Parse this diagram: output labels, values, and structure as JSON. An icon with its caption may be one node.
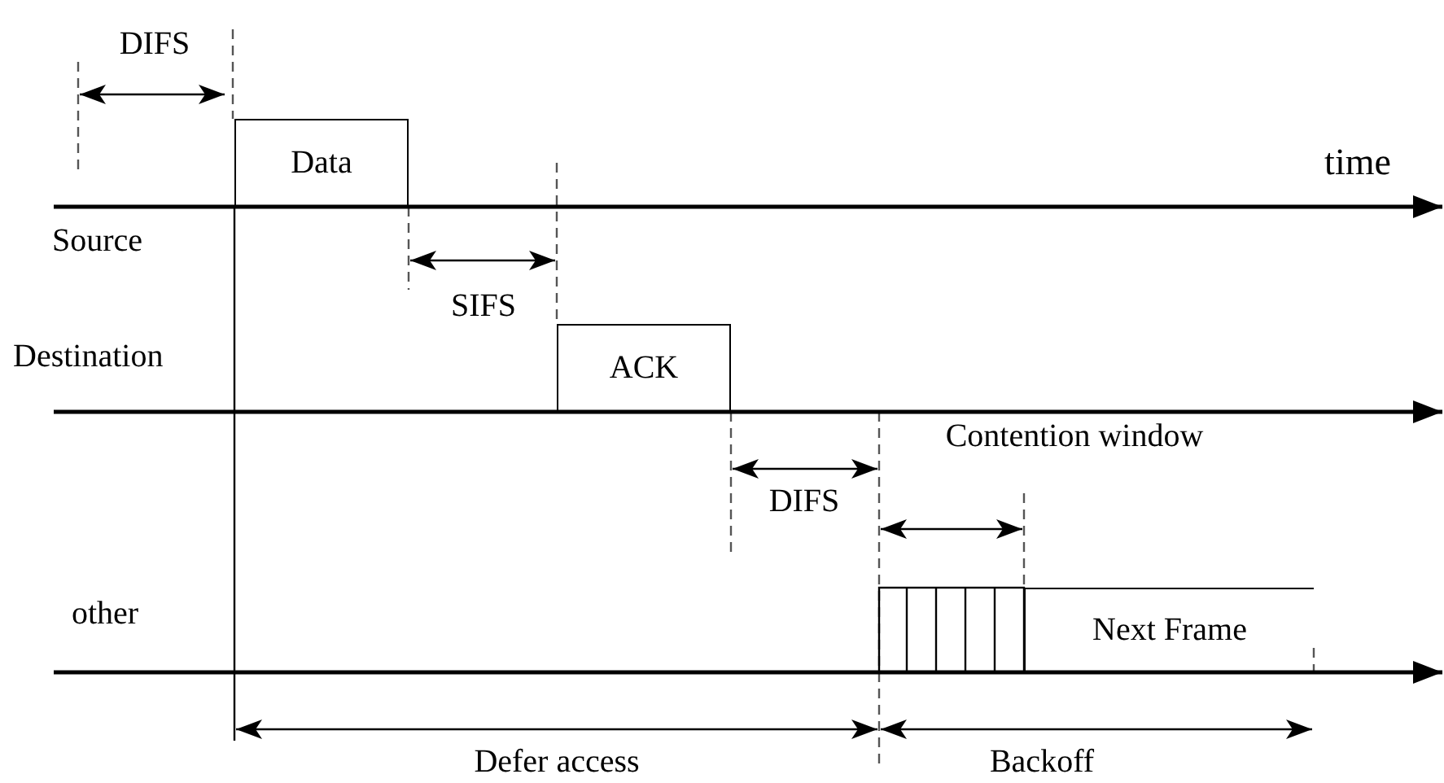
{
  "diagram": {
    "nodes": [
      {
        "text": [
          "Data"
        ]
      },
      {
        "text": [
          "ACK"
        ]
      },
      {
        "text": [
          "Next Frame"
        ]
      }
    ],
    "labels": [
      "DIFS",
      "time",
      "Source",
      "SIFS",
      "Destination",
      "DIFS",
      "Contention window",
      "other",
      "Defer access",
      "Backoff"
    ]
  }
}
